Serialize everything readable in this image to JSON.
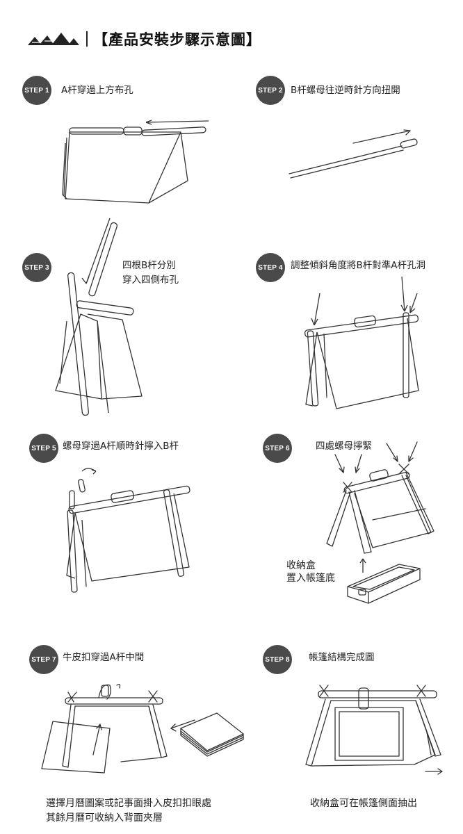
{
  "header": {
    "title": "【產品安裝步驟示意圖】",
    "logo_icon": "tent-brand-logo"
  },
  "steps": [
    {
      "badge": "STEP 1",
      "caption": [
        "A杆穿過上方布孔"
      ]
    },
    {
      "badge": "STEP 2",
      "caption": [
        "B杆螺母往逆時針方向扭開"
      ]
    },
    {
      "badge": "STEP 3",
      "caption": [
        "四根B杆分別",
        "穿入四側布孔"
      ]
    },
    {
      "badge": "STEP 4",
      "caption": [
        "調整傾斜角度將B杆對準A杆孔洞"
      ]
    },
    {
      "badge": "STEP 5",
      "caption": [
        "螺母穿過A杆順時針擰入B杆"
      ]
    },
    {
      "badge": "STEP 6",
      "caption": [
        "四處螺母擰緊"
      ]
    },
    {
      "badge": "STEP 7",
      "caption": [
        "牛皮扣穿過A杆中間"
      ]
    },
    {
      "badge": "STEP 8",
      "caption": [
        "帳篷結構完成圖"
      ]
    }
  ],
  "step6_note": [
    "收納盒",
    "置入帳篷底"
  ],
  "footer": {
    "left": [
      "選擇月曆圖案或記事面掛入皮扣扣眼處",
      "其餘月曆可收納入背面夾層"
    ],
    "right": "收納盒可在帳篷側面抽出"
  }
}
